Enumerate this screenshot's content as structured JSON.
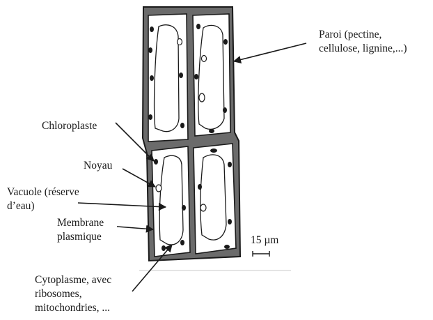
{
  "labels": {
    "paroi": {
      "line1": "Paroi (pectine,",
      "line2": "cellulose, lignine,...)"
    },
    "chloroplaste": "Chloroplaste",
    "noyau": "Noyau",
    "vacuole": {
      "line1": "Vacuole (réserve",
      "line2": "d’eau)"
    },
    "membrane": {
      "line1": "Membrane",
      "line2": "plasmique"
    },
    "cytoplasme": {
      "line1": "Cytoplasme, avec",
      "line2": "ribosomes,",
      "line3": "mitochondries, ..."
    }
  },
  "scale_bar": {
    "label": "15 µm"
  },
  "colors": {
    "ink": "#1a1a1a",
    "wall_fill": "#6b6b6b",
    "cell_fill": "#ffffff",
    "baseline": "#c8c8c8"
  }
}
